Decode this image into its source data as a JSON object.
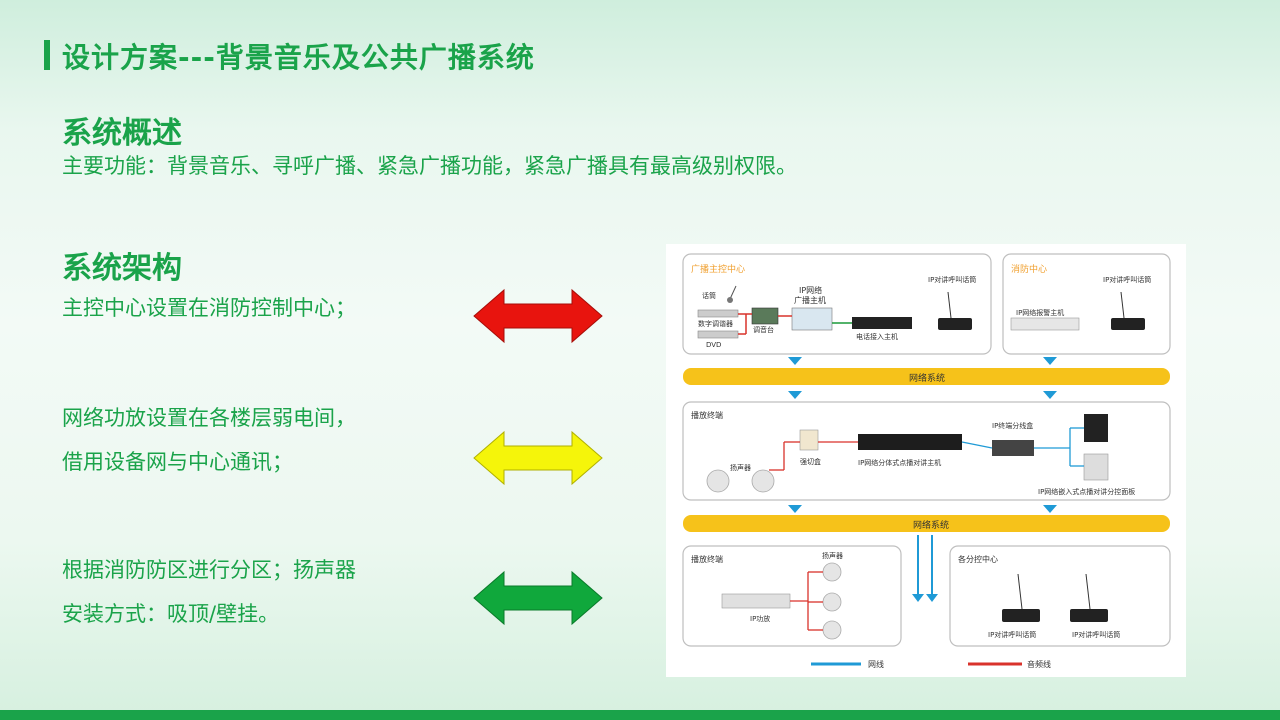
{
  "slide": {
    "title": "设计方案---背景音乐及公共广播系统",
    "overview_heading": "系统概述",
    "overview_text": "主要功能：背景音乐、寻呼广播、紧急广播功能，紧急广播具有最高级别权限。",
    "arch_heading": "系统架构",
    "point1_line1": "主控中心设置在消防控制中心；",
    "point2_line1": "网络功放设置在各楼层弱电间，",
    "point2_line2": "借用设备网与中心通讯；",
    "point3_line1": "根据消防防区进行分区；扬声器",
    "point3_line2": "安装方式：吸顶/壁挂。"
  },
  "colors": {
    "accent": "#1aa34a",
    "arrow1": "#e8140e",
    "arrow2": "#f5f50a",
    "arrow3": "#10a83c",
    "network_bar": "#f6c21a",
    "network_line": "#1f9ad6",
    "audio_line": "#d9322b",
    "zone_label": "#f0a030"
  },
  "diagram": {
    "zone_main": "广播主控中心",
    "zone_fire": "消防中心",
    "mic": "话筒",
    "digital_tuner": "数字调谐器",
    "dvd": "DVD",
    "mixer": "调音台",
    "ip_host_line1": "IP网络",
    "ip_host_line2": "广播主机",
    "phone_host": "电话接入主机",
    "ip_intercom_1": "IP对讲呼叫话筒",
    "ip_intercom_2": "IP对讲呼叫话筒",
    "ip_alarm_host": "IP网络报警主机",
    "network_1": "网络系统",
    "network_2": "网络系统",
    "terminal_1": "播放终端",
    "speaker": "扬声器",
    "cut_box": "强切盒",
    "split_host": "IP网络分体式点播对讲主机",
    "terminal_split_box": "IP终端分线盒",
    "embedded_panel": "IP网络嵌入式点播对讲分控面板",
    "terminal_2": "播放终端",
    "speaker_2": "扬声器",
    "ip_amp": "IP功放",
    "sub_center": "各分控中心",
    "sub_intercom_1": "IP对讲呼叫话筒",
    "sub_intercom_2": "IP对讲呼叫话筒",
    "legend_network": "网线",
    "legend_audio": "音频线"
  }
}
